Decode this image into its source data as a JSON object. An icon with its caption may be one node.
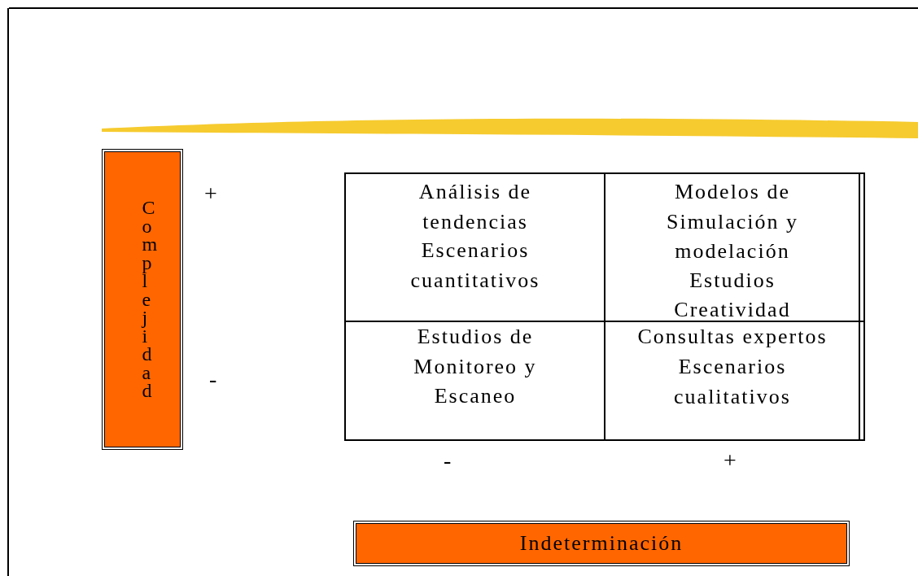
{
  "diagram": {
    "nodes": [
      {
        "text": [
          "Complejidad"
        ]
      },
      {
        "text": [
          "Indeterminación"
        ]
      }
    ],
    "labels": [
      "+",
      "Análisis de tendencias",
      "Escenarios cuantitativos",
      "Modelos de Simulación y modelación",
      "Estudios",
      "Creatividad",
      "-",
      "Estudios de Monitoreo y Escaneo",
      "Consultas expertos",
      "Escenarios cualitativos",
      "-",
      "+"
    ]
  }
}
